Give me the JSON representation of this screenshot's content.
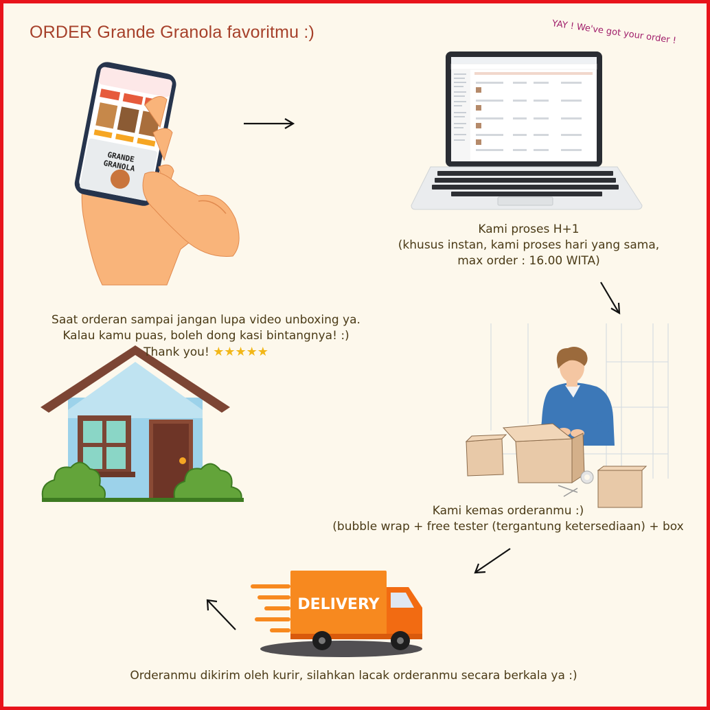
{
  "header": {
    "title": "ORDER Grande Granola favoritmu :)",
    "tagline": "YAY ! We've got your order !"
  },
  "phone": {
    "brand_line1": "GRANDE",
    "brand_line2": "GRANOLA"
  },
  "steps": {
    "process": {
      "line1": "Kami proses H+1",
      "line2": "(khusus instan, kami proses hari yang sama,",
      "line3": "max order : 16.00 WITA)"
    },
    "pack": {
      "line1": "Kami kemas orderanmu :)",
      "line2": "(bubble wrap + free tester (tergantung ketersediaan) + box"
    },
    "delivery": {
      "truck_label": "DELIVERY",
      "line1": "Orderanmu dikirim oleh kurir, silahkan lacak orderanmu secara berkala ya :)"
    },
    "arrive": {
      "line1": "Saat orderan sampai jangan lupa video unboxing ya.",
      "line2": "Kalau kamu puas, boleh dong kasi bintangnya! :)",
      "line3": "Thank you!",
      "stars": "★★★★★"
    }
  },
  "colors": {
    "border": "#e8141b",
    "background": "#fdf8ec",
    "title": "#a6402a",
    "tagline": "#a01e6a",
    "text": "#4a3a16",
    "truck": "#f7891f",
    "star": "#f2b718"
  },
  "icons": [
    "phone-hand-icon",
    "laptop-icon",
    "packing-person-icon",
    "delivery-truck-icon",
    "house-icon",
    "arrow-icon"
  ]
}
